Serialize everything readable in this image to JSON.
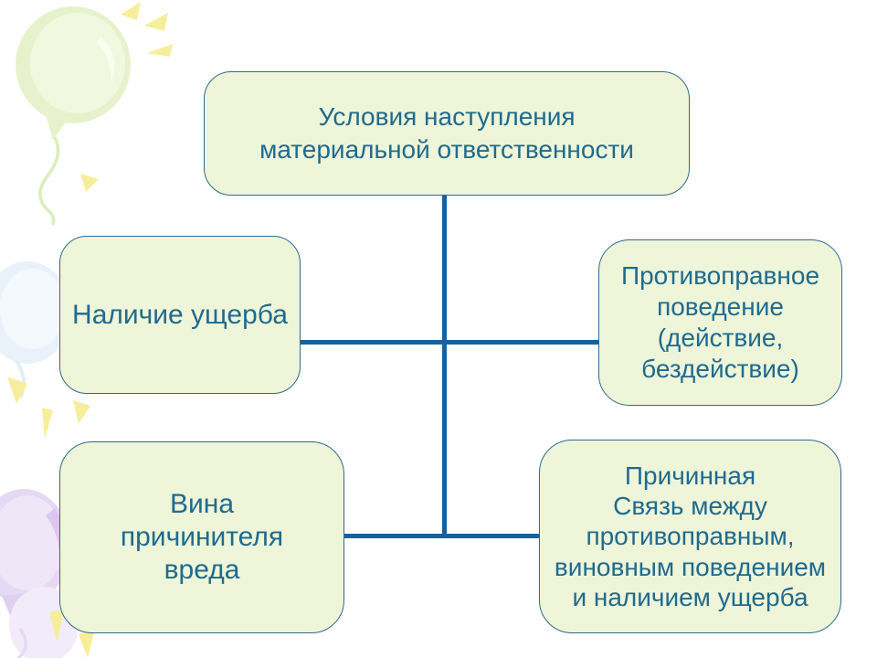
{
  "slide": {
    "nodes": {
      "root": {
        "text": "Условия наступления\nматериальной ответственности"
      },
      "damage": {
        "text": "Наличие ущерба"
      },
      "unlawful": {
        "text": "Противоправное\nповедение\n(действие,\nбездействие)"
      },
      "fault": {
        "text": "Вина\nпричинителя\nвреда"
      },
      "causal": {
        "text": "Причинная\nСвязь между\nпротивоправным,\nвиновным поведением\nи наличием ущерба"
      }
    },
    "colors": {
      "box_fill": "#eef5d8",
      "box_border": "#2e6b8f",
      "text_color": "#1f6b90",
      "connector_color": "#16629e",
      "balloon_green": "#e7f2cd",
      "balloon_green_light": "#f1f8e0",
      "balloon_blue": "#e9f2fb",
      "balloon_purple": "#e6d9f3",
      "balloon_purple_light": "#f2ebfa",
      "sparkle_yellow": "#f6ee9b"
    },
    "decorations": [
      "green-balloon",
      "yellow-sparkles",
      "blue-balloon",
      "purple-balloons"
    ]
  }
}
